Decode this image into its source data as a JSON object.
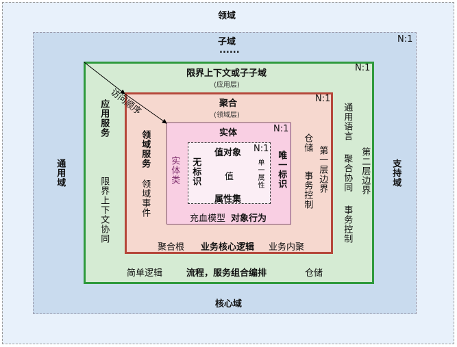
{
  "domain": {
    "title": "领域",
    "left": "通用域",
    "right": "支持域",
    "bottom": "核心域"
  },
  "subdomain": {
    "title": "子域",
    "ellipsis": "......",
    "ratio": "N:1"
  },
  "context": {
    "title": "限界上下文或子子域",
    "layer": "(应用层)",
    "ratio": "N:1",
    "left_title": "应用服务",
    "left_sub": "限界上下文协同",
    "right_a": "通用语言",
    "right_b": "聚合协同",
    "right_c": "事务控制",
    "right_d": "第二层边界",
    "bottom_a": "简单逻辑",
    "bottom_b": "流程，服务组合编排",
    "bottom_c": "仓储",
    "arrow_label": "访问顺序"
  },
  "aggregate": {
    "title": "聚合",
    "layer": "(领域层)",
    "ratio": "N:1",
    "left_title": "领域服务",
    "left_sub": "领域事件",
    "right_a": "仓储",
    "right_b": "事务控制",
    "right_c": "第一层边界",
    "bottom_a": "聚合根",
    "bottom_b": "业务核心逻辑",
    "bottom_c": "业务内聚"
  },
  "entity": {
    "title": "实体",
    "ratio": "N:1",
    "left": "实体类",
    "right": "唯一标识",
    "bottom_a": "充血模型",
    "bottom_b": "对象行为"
  },
  "value_object": {
    "title": "值对象",
    "ratio": "N:1",
    "left": "无标识",
    "center": "值",
    "right": "单一属性",
    "bottom": "属性集"
  },
  "colors": {
    "domain": "#e6f0fa",
    "subdomain": "#c9dbee",
    "context": "#d5ebd3",
    "context_border": "#2e9a3c",
    "aggregate": "#f6d8cf",
    "aggregate_border": "#b5473a",
    "entity": "#f9cfe3",
    "entity_border": "#7a4a6a"
  }
}
